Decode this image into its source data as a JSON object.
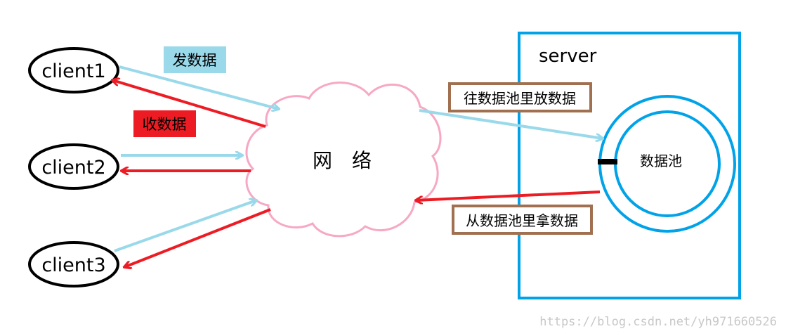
{
  "clients": [
    {
      "label": "client1"
    },
    {
      "label": "client2"
    },
    {
      "label": "client3"
    }
  ],
  "labels": {
    "send": "发数据",
    "receive": "收数据",
    "network": "网　络",
    "server": "server",
    "pool": "数据池",
    "put_into_pool": "往数据池里放数据",
    "take_from_pool": "从数据池里拿数据",
    "watermark": "https://blog.csdn.net/yh971660526"
  },
  "colors": {
    "send_arrow": "#99d9ea",
    "receive_arrow": "#ed1c24",
    "send_label_bg": "#99d9ea",
    "receive_label_bg": "#ed1c24",
    "cloud_outline": "#f7a8c4",
    "server_box": "#00a2e8",
    "annotation_border": "#a07050"
  }
}
